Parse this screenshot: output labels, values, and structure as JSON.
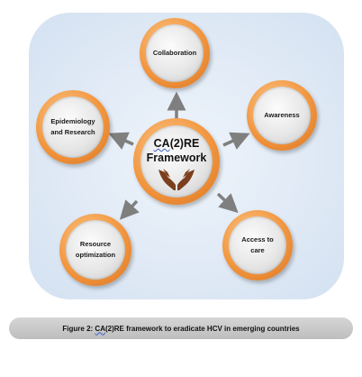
{
  "diagram": {
    "center": {
      "title_line1_prefix": "CA",
      "title_line1_suffix": "(2)RE",
      "title_line2": "Framework",
      "icon": "hands-icon"
    },
    "nodes": [
      {
        "id": "collaboration",
        "label": "Collaboration"
      },
      {
        "id": "awareness",
        "label": "Awareness"
      },
      {
        "id": "access",
        "label": "Access to care"
      },
      {
        "id": "resource",
        "label": "Resource optimization"
      },
      {
        "id": "epidemiology",
        "label": "Epidemiology and Research"
      }
    ],
    "colors": {
      "ring": "#f2963f",
      "arrow": "#7f7f7f",
      "panel": "#dfe9f5",
      "hands": "#7b3f1d"
    }
  },
  "caption": {
    "prefix": "Figure 2: ",
    "underlined": "CA",
    "rest": "(2)RE framework to eradicate HCV in emerging countries"
  }
}
